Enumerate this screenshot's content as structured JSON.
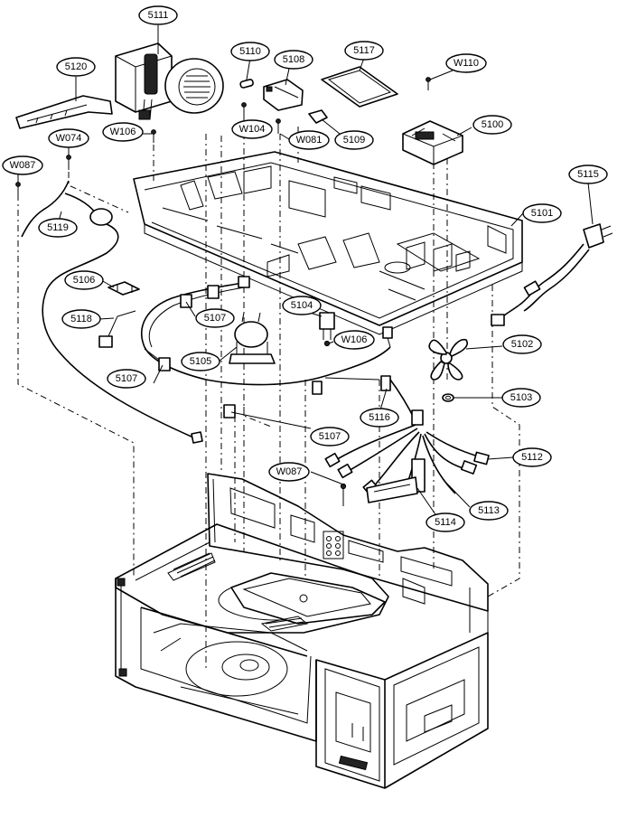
{
  "diagram": {
    "callouts": [
      {
        "id": "c5111",
        "text": "5111"
      },
      {
        "id": "c5120",
        "text": "5120"
      },
      {
        "id": "c5110",
        "text": "5110"
      },
      {
        "id": "c5108",
        "text": "5108"
      },
      {
        "id": "c5117",
        "text": "5117"
      },
      {
        "id": "cW110",
        "text": "W110"
      },
      {
        "id": "cW106a",
        "text": "W106"
      },
      {
        "id": "cW104",
        "text": "W104"
      },
      {
        "id": "cW081",
        "text": "W081"
      },
      {
        "id": "c5109",
        "text": "5109"
      },
      {
        "id": "c5100",
        "text": "5100"
      },
      {
        "id": "cW074",
        "text": "W074"
      },
      {
        "id": "cW087a",
        "text": "W087"
      },
      {
        "id": "c5115",
        "text": "5115"
      },
      {
        "id": "c5119",
        "text": "5119"
      },
      {
        "id": "c5101",
        "text": "5101"
      },
      {
        "id": "c5106",
        "text": "5106"
      },
      {
        "id": "c5118",
        "text": "5118"
      },
      {
        "id": "c5107a",
        "text": "5107"
      },
      {
        "id": "c5104",
        "text": "5104"
      },
      {
        "id": "cW106b",
        "text": "W106"
      },
      {
        "id": "c5105",
        "text": "5105"
      },
      {
        "id": "c5102",
        "text": "5102"
      },
      {
        "id": "c5107b",
        "text": "5107"
      },
      {
        "id": "c5103",
        "text": "5103"
      },
      {
        "id": "c5116",
        "text": "5116"
      },
      {
        "id": "c5107c",
        "text": "5107"
      },
      {
        "id": "c5112",
        "text": "5112"
      },
      {
        "id": "cW087b",
        "text": "W087"
      },
      {
        "id": "c5114",
        "text": "5114"
      },
      {
        "id": "c5113",
        "text": "5113"
      }
    ]
  }
}
